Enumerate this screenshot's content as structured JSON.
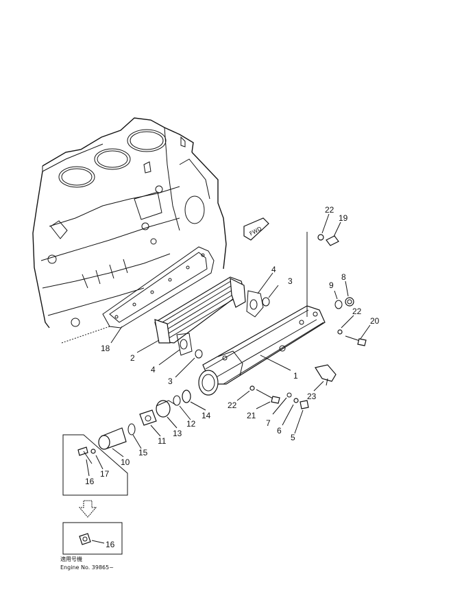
{
  "labels": [
    {
      "id": "p1",
      "text": "1"
    },
    {
      "id": "p3a",
      "text": "3"
    },
    {
      "id": "p3b",
      "text": "3"
    },
    {
      "id": "p4a",
      "text": "4"
    },
    {
      "id": "p4b",
      "text": "4"
    },
    {
      "id": "p5",
      "text": "5"
    },
    {
      "id": "p6",
      "text": "6"
    },
    {
      "id": "p7",
      "text": "7"
    },
    {
      "id": "p8",
      "text": "8"
    },
    {
      "id": "p9",
      "text": "9"
    },
    {
      "id": "p10",
      "text": "10"
    },
    {
      "id": "p11",
      "text": "11"
    },
    {
      "id": "p12",
      "text": "12"
    },
    {
      "id": "p13",
      "text": "13"
    },
    {
      "id": "p14",
      "text": "14"
    },
    {
      "id": "p15",
      "text": "15"
    },
    {
      "id": "p16a",
      "text": "16"
    },
    {
      "id": "p16b",
      "text": "16"
    },
    {
      "id": "p17",
      "text": "17"
    },
    {
      "id": "p18",
      "text": "18"
    },
    {
      "id": "p19",
      "text": "19"
    },
    {
      "id": "p20",
      "text": "20"
    },
    {
      "id": "p21",
      "text": "21"
    },
    {
      "id": "p22a",
      "text": "22"
    },
    {
      "id": "p22b",
      "text": "22"
    },
    {
      "id": "p22c",
      "text": "22"
    },
    {
      "id": "p23",
      "text": "23"
    }
  ],
  "fwd_text": "FWD",
  "note": {
    "jp": "適用号機",
    "engine": "Engine No. 39865~"
  }
}
